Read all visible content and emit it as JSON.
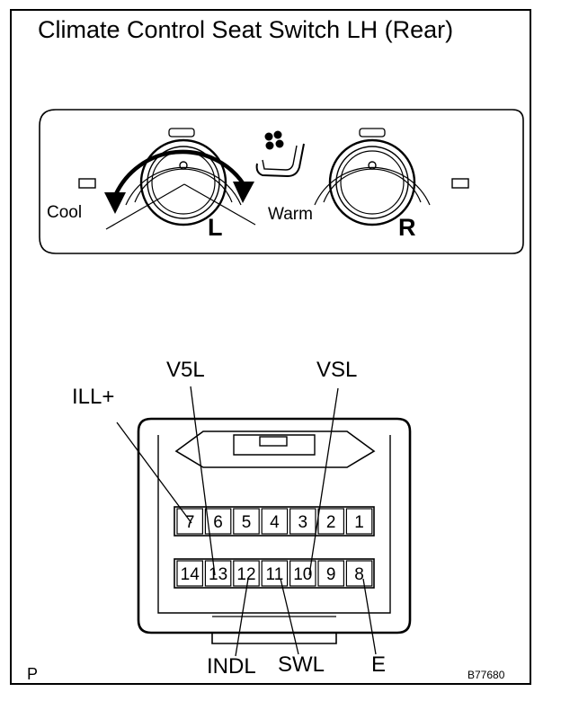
{
  "title": "Climate Control Seat Switch LH (Rear)",
  "panel": {
    "cool_label": "Cool",
    "warm_label": "Warm",
    "left_knob_label": "L",
    "right_knob_label": "R"
  },
  "connector": {
    "top_row": [
      "7",
      "6",
      "5",
      "4",
      "3",
      "2",
      "1"
    ],
    "bottom_row": [
      "14",
      "13",
      "12",
      "11",
      "10",
      "9",
      "8"
    ]
  },
  "callouts": {
    "ill_plus": "ILL+",
    "v5l": "V5L",
    "vsl": "VSL",
    "indl": "INDL",
    "swl": "SWL",
    "e": "E"
  },
  "footer": {
    "page_marker": "P",
    "figure_code": "B77680"
  }
}
